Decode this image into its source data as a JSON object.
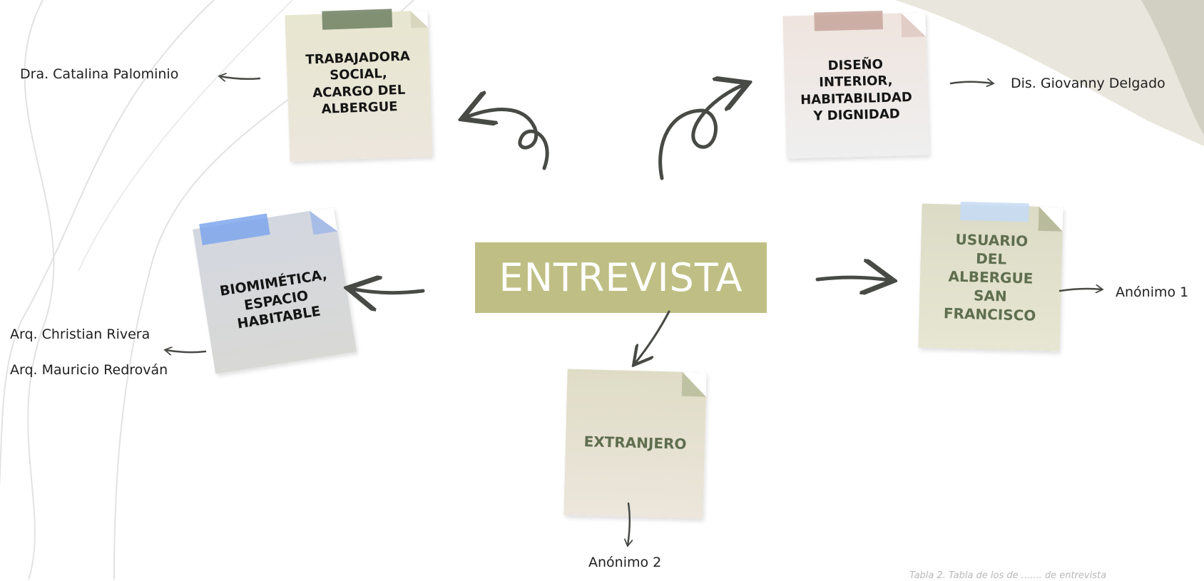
{
  "title": "ENTREVISTA",
  "caption": "Tabla 2. Tabla de los de ....... de entrevista",
  "colors": {
    "title_box": "#bfbf85",
    "note_cream": "#e9e7d6",
    "note_pink": "#efe6e3",
    "note_blue": "#d6d9dd",
    "note_olive": "#dfdcc6",
    "tape_olive": "#6f7f62",
    "tape_rose": "#c7a49b",
    "tape_blue": "#7ea6ec",
    "tape_lightblue": "#c6dbf5",
    "text_green": "#5f6e4f"
  },
  "nodes": [
    {
      "label_lines": [
        "TRABAJADORA",
        "SOCIAL,",
        "ACARGO DEL",
        "ALBERGUE"
      ],
      "people": [
        "Dra. Catalina Palominio"
      ]
    },
    {
      "label_lines": [
        "DISEÑO",
        "INTERIOR,",
        "HABITABILIDAD",
        "Y DIGNIDAD"
      ],
      "people": [
        "Dis. Giovanny Delgado"
      ]
    },
    {
      "label_lines": [
        "BIOMIMÉTICA,",
        "ESPACIO",
        "HABITABLE"
      ],
      "people": [
        "Arq. Christian Rivera",
        "Arq. Mauricio Redrován"
      ]
    },
    {
      "label_lines": [
        "USUARIO",
        "DEL",
        "ALBERGUE",
        "SAN",
        "FRANCISCO"
      ],
      "people": [
        "Anónimo 1"
      ]
    },
    {
      "label_lines": [
        "EXTRANJERO"
      ],
      "people": [
        "Anónimo 2"
      ]
    }
  ]
}
